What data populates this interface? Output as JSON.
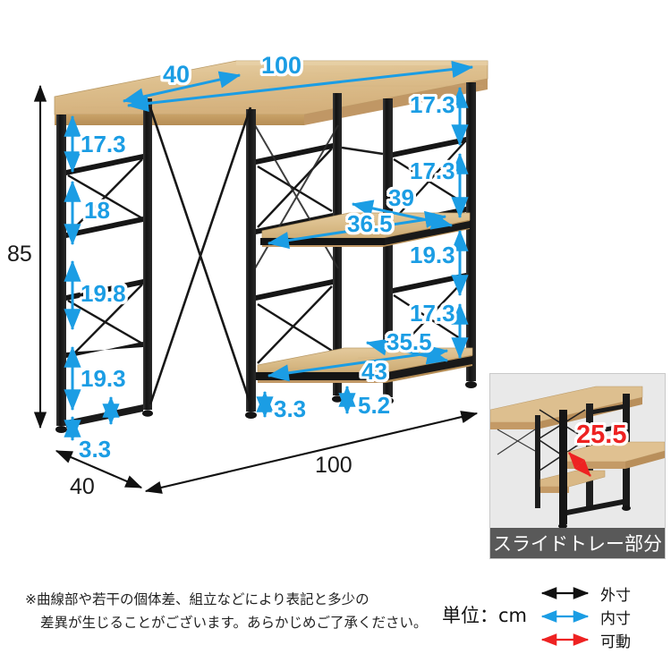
{
  "product": {
    "type": "desk-with-shelves-dimension-diagram",
    "unit_label": "単位：cm"
  },
  "colors": {
    "inner_blue": "#1b9de4",
    "outer_black": "#1a1a1a",
    "movable_red": "#ee2222",
    "wood_light": "#e3c698",
    "wood_mid": "#d8b781",
    "wood_dark": "#c9a268",
    "frame_black": "#151515",
    "caption_bar": "#595959",
    "inset_bg": "#ebebeb"
  },
  "main_diagram": {
    "outer_dimensions": [
      {
        "name": "overall-height",
        "value": "85",
        "type": "outer"
      },
      {
        "name": "overall-depth-bottom",
        "value": "40",
        "type": "outer"
      },
      {
        "name": "overall-width-bottom",
        "value": "100",
        "type": "outer"
      }
    ],
    "top_dimensions": [
      {
        "name": "desktop-depth",
        "value": "40",
        "type": "inner"
      },
      {
        "name": "desktop-width",
        "value": "100",
        "type": "inner"
      }
    ],
    "left_column_dimensions": [
      {
        "name": "left-gap-1",
        "value": "17.3",
        "type": "inner"
      },
      {
        "name": "left-gap-2",
        "value": "18",
        "type": "inner"
      },
      {
        "name": "left-gap-3",
        "value": "19.8",
        "type": "inner"
      },
      {
        "name": "left-gap-4",
        "value": "19.3",
        "type": "inner"
      },
      {
        "name": "left-floor-clearance",
        "value": "3.3",
        "type": "inner"
      }
    ],
    "right_column_dimensions": [
      {
        "name": "right-gap-1",
        "value": "17.3",
        "type": "inner"
      },
      {
        "name": "right-gap-2",
        "value": "17.3",
        "type": "inner"
      },
      {
        "name": "right-gap-3",
        "value": "19.3",
        "type": "inner"
      },
      {
        "name": "right-gap-4",
        "value": "17.3",
        "type": "inner"
      }
    ],
    "upper_shelf_dimensions": [
      {
        "name": "upper-shelf-depth",
        "value": "39",
        "type": "inner"
      },
      {
        "name": "upper-shelf-width",
        "value": "36.5",
        "type": "inner"
      }
    ],
    "lower_shelf_dimensions": [
      {
        "name": "lower-shelf-depth",
        "value": "35.5",
        "type": "inner"
      },
      {
        "name": "lower-shelf-width",
        "value": "43",
        "type": "inner"
      }
    ],
    "floor_clearances": [
      {
        "name": "left-base-clearance",
        "value": "3.3",
        "type": "inner"
      },
      {
        "name": "lower-shelf-clearance",
        "value": "5.2",
        "type": "inner"
      }
    ]
  },
  "inset": {
    "caption": "スライドトレー部分",
    "measurement": "25.5",
    "measurement_type": "movable"
  },
  "footer": {
    "note_line1": "※曲線部や若干の個体差、組立などにより表記と多少の",
    "note_line2": "差異が生じることがございます。あらかじめご了承ください。",
    "unit": "単位：cm",
    "legend": [
      {
        "label": "外寸",
        "color": "#111111",
        "name": "legend-outer"
      },
      {
        "label": "内寸",
        "color": "#1b9de4",
        "name": "legend-inner"
      },
      {
        "label": "可動",
        "color": "#ee2222",
        "name": "legend-movable"
      }
    ]
  }
}
